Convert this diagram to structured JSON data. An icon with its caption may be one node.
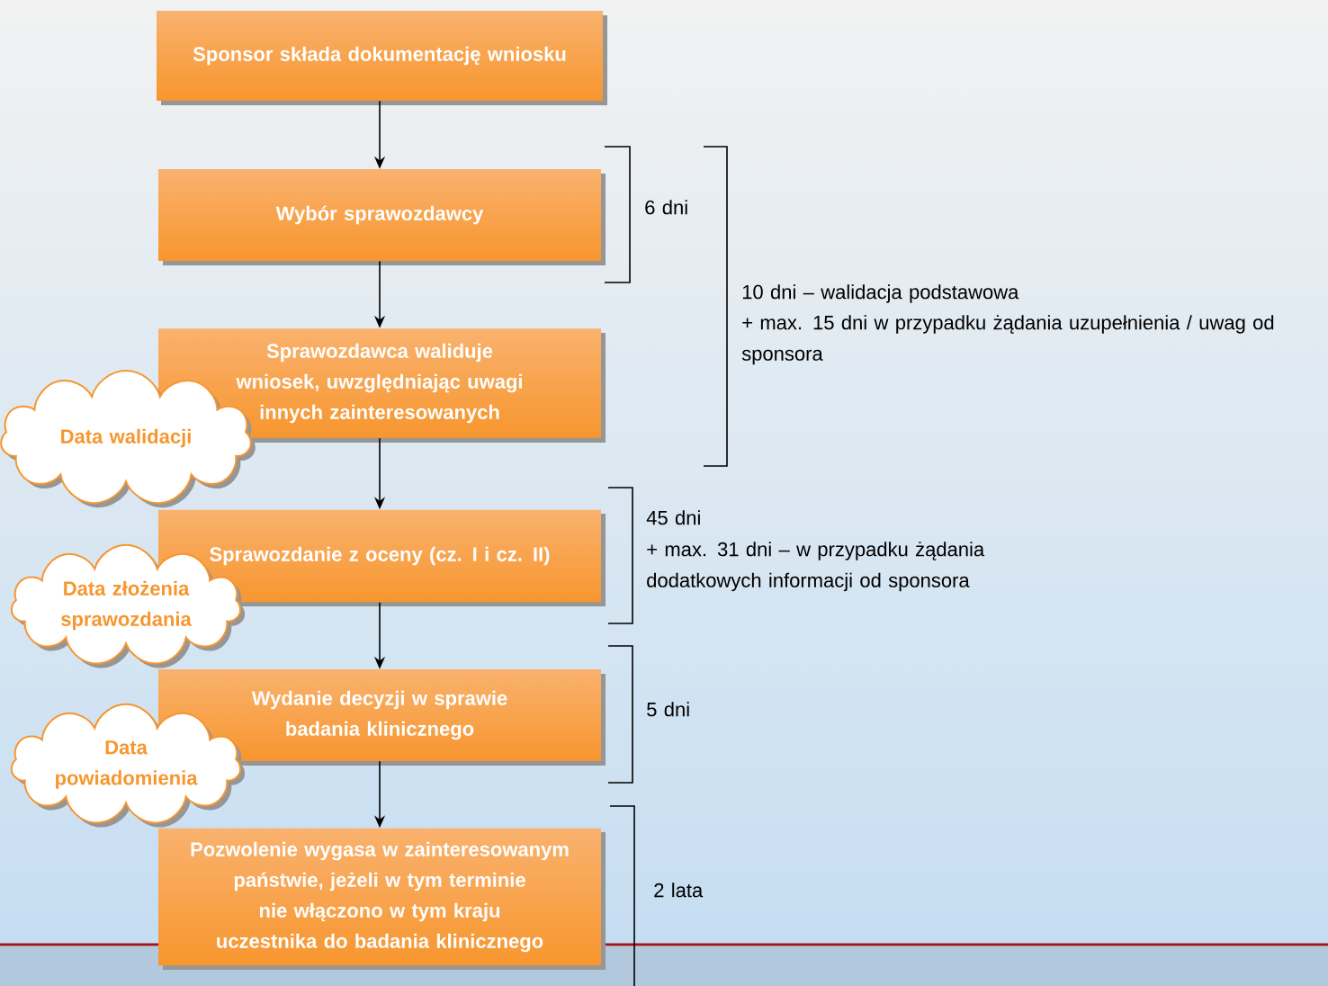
{
  "diagram": {
    "nodes": [
      {
        "text": [
          "Sponsor składa dokumentację wniosku"
        ]
      },
      {
        "text": [
          "Wybór sprawozdawcy"
        ]
      },
      {
        "text": [
          "Sprawozdawca waliduje wniosek, uwzględniając uwagi innych zainteresowanych"
        ]
      },
      {
        "text": [
          "Sprawozdanie z oceny (cz. I i cz. II)"
        ]
      },
      {
        "text": [
          "Wydanie decyzji w sprawie badania klinicznego"
        ]
      },
      {
        "text": [
          "Pozwolenie wygasa w zainteresowanym państwie, jeżeli w tym terminie nie włączono w tym kraju uczestnika do badania klinicznego"
        ]
      },
      {
        "text": [
          "Data walidacji"
        ]
      },
      {
        "text": [
          "Data złożenia sprawozdania"
        ]
      },
      {
        "text": [
          "Data powiadomienia"
        ]
      }
    ],
    "edges": [
      {
        "from": 0,
        "to": 1,
        "arrow": "to"
      },
      {
        "from": 1,
        "to": 2,
        "arrow": "to"
      },
      {
        "from": 2,
        "to": 3,
        "arrow": "to"
      },
      {
        "from": 3,
        "to": 4,
        "arrow": "to"
      },
      {
        "from": 4,
        "to": 5,
        "arrow": "to"
      }
    ],
    "labels": [
      "6 dni",
      "10 dni – walidacja podstawowa",
      "+ max. 15 dni w przypadku żądania uzupełnienia / uwag od sponsora",
      "45 dni",
      "+ max. 31 dni – w przypadku żądania dodatkowych informacji od sponsora",
      "5 dni",
      "2 lata"
    ]
  }
}
